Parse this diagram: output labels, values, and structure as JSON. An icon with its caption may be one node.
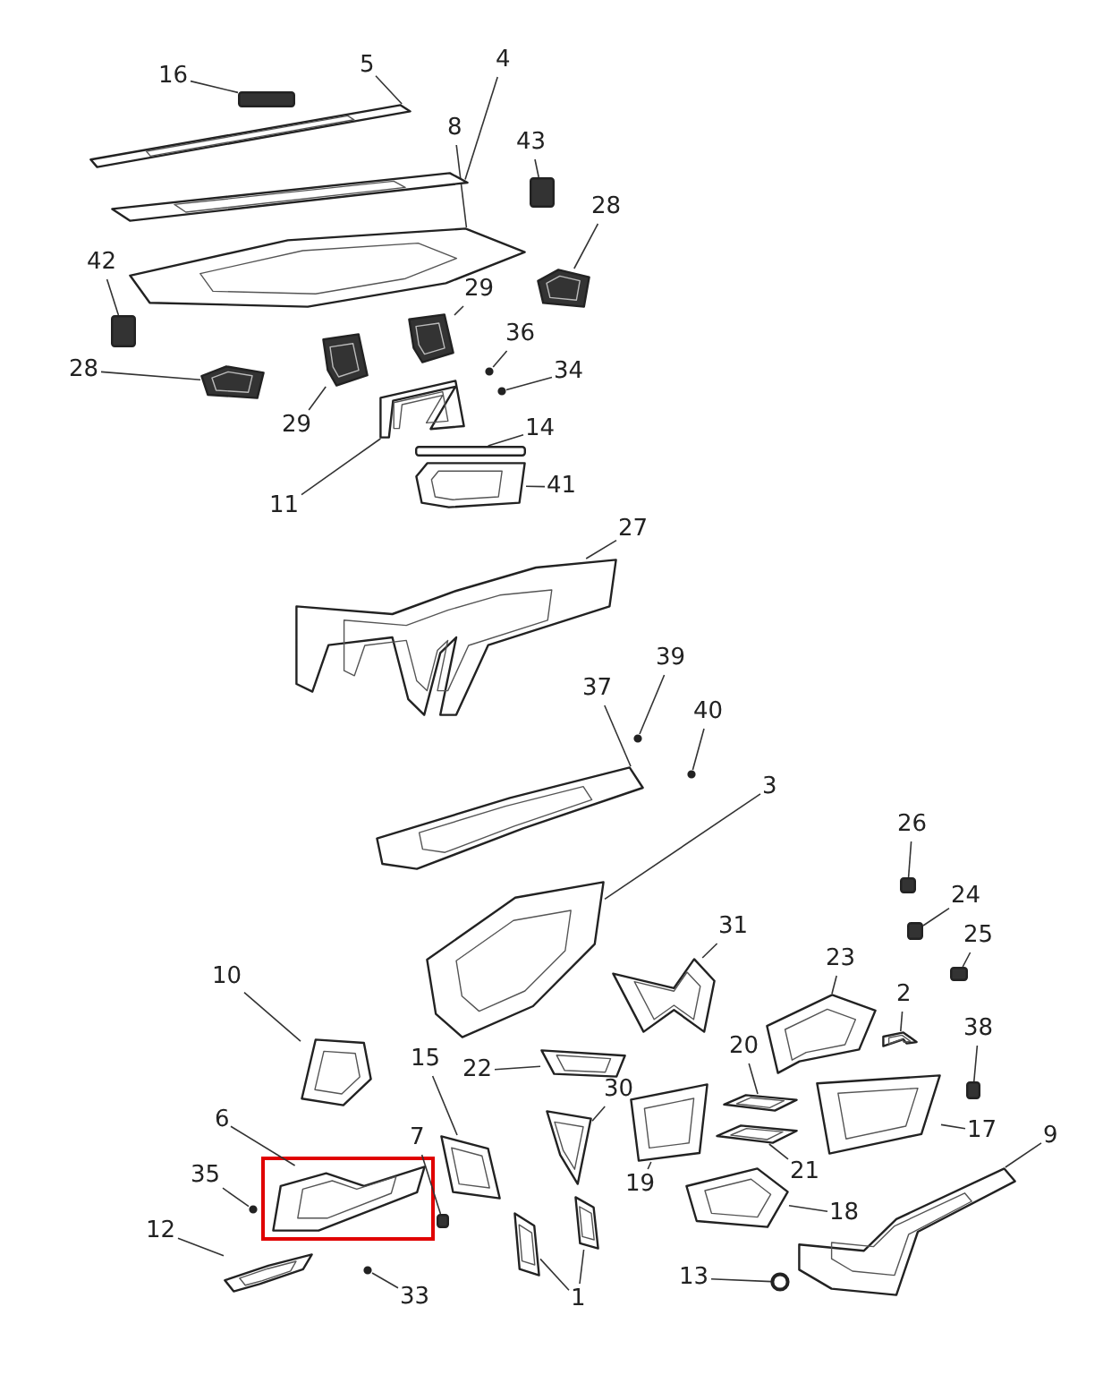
{
  "diagram": {
    "nodes": [
      {
        "text": [
          "16"
        ]
      },
      {
        "text": [],
        "shape": "box"
      },
      {
        "text": [
          "5"
        ]
      },
      {
        "text": [],
        "shape": "picture"
      },
      {
        "text": [
          "4"
        ]
      },
      {
        "text": [],
        "shape": "picture"
      },
      {
        "text": [
          "8"
        ]
      },
      {
        "text": [],
        "shape": "picture"
      },
      {
        "text": [
          "43"
        ]
      },
      {
        "text": [],
        "shape": "box"
      },
      {
        "text": [
          "28"
        ]
      },
      {
        "text": [],
        "shape": "picture"
      },
      {
        "text": [
          "42"
        ]
      },
      {
        "text": [],
        "shape": "box"
      },
      {
        "text": [
          "28"
        ]
      },
      {
        "text": [],
        "shape": "picture"
      },
      {
        "text": [
          "29"
        ]
      },
      {
        "text": [],
        "shape": "picture"
      },
      {
        "text": [
          "36"
        ]
      },
      {
        "text": [],
        "shape": "circle"
      },
      {
        "text": [
          "34"
        ]
      },
      {
        "text": [],
        "shape": "circle"
      },
      {
        "text": [
          "29"
        ]
      },
      {
        "text": [],
        "shape": "picture"
      },
      {
        "text": [
          "11"
        ]
      },
      {
        "text": [],
        "shape": "picture"
      },
      {
        "text": [
          "14"
        ]
      },
      {
        "text": [],
        "shape": "box"
      },
      {
        "text": [
          "41"
        ]
      },
      {
        "text": [],
        "shape": "picture"
      },
      {
        "text": [
          "27"
        ]
      },
      {
        "text": [],
        "shape": "picture"
      },
      {
        "text": [
          "39"
        ]
      },
      {
        "text": [],
        "shape": "circle"
      },
      {
        "text": [
          "40"
        ]
      },
      {
        "text": [],
        "shape": "circle"
      },
      {
        "text": [
          "37"
        ]
      },
      {
        "text": [],
        "shape": "picture"
      },
      {
        "text": [
          "3"
        ]
      },
      {
        "text": [],
        "shape": "picture"
      },
      {
        "text": [
          "26"
        ]
      },
      {
        "text": [],
        "shape": "box"
      },
      {
        "text": [
          "24"
        ]
      },
      {
        "text": [],
        "shape": "box"
      },
      {
        "text": [
          "25"
        ]
      },
      {
        "text": [],
        "shape": "box"
      },
      {
        "text": [
          "31"
        ]
      },
      {
        "text": [],
        "shape": "picture"
      },
      {
        "text": [
          "23"
        ]
      },
      {
        "text": [],
        "shape": "picture"
      },
      {
        "text": [
          "2"
        ]
      },
      {
        "text": [],
        "shape": "picture"
      },
      {
        "text": [
          "38"
        ]
      },
      {
        "text": [],
        "shape": "box"
      },
      {
        "text": [
          "20"
        ]
      },
      {
        "text": [],
        "shape": "picture"
      },
      {
        "text": [
          "17"
        ]
      },
      {
        "text": [],
        "shape": "picture"
      },
      {
        "text": [
          "9"
        ]
      },
      {
        "text": [],
        "shape": "picture"
      },
      {
        "text": [
          "19"
        ]
      },
      {
        "text": [],
        "shape": "picture"
      },
      {
        "text": [
          "21"
        ]
      },
      {
        "text": [],
        "shape": "picture"
      },
      {
        "text": [
          "18"
        ]
      },
      {
        "text": [],
        "shape": "picture"
      },
      {
        "text": [
          "13"
        ]
      },
      {
        "text": [],
        "shape": "circle"
      },
      {
        "text": [
          "30"
        ]
      },
      {
        "text": [],
        "shape": "picture"
      },
      {
        "text": [
          "22"
        ]
      },
      {
        "text": [],
        "shape": "picture"
      },
      {
        "text": [
          "15"
        ]
      },
      {
        "text": [],
        "shape": "picture"
      },
      {
        "text": [
          "7"
        ]
      },
      {
        "text": [],
        "shape": "box"
      },
      {
        "text": [
          "6"
        ]
      },
      {
        "text": [],
        "shape": "picture"
      },
      {
        "text": [
          "35"
        ]
      },
      {
        "text": [],
        "shape": "circle"
      },
      {
        "text": [
          "12"
        ]
      },
      {
        "text": [],
        "shape": "picture"
      },
      {
        "text": [
          "33"
        ]
      },
      {
        "text": [],
        "shape": "circle"
      },
      {
        "text": [
          "10"
        ]
      },
      {
        "text": [],
        "shape": "picture"
      },
      {
        "text": [
          "1"
        ]
      },
      {
        "text": [],
        "shape": "picture"
      },
      {
        "text": [],
        "shape": "picture"
      }
    ],
    "edges": [
      {
        "from": 0,
        "to": 1,
        "arrow": "none"
      },
      {
        "from": 2,
        "to": 3,
        "arrow": "none"
      },
      {
        "from": 4,
        "to": 5,
        "arrow": "none"
      },
      {
        "from": 6,
        "to": 7,
        "arrow": "none"
      },
      {
        "from": 8,
        "to": 9,
        "arrow": "none"
      },
      {
        "from": 10,
        "to": 11,
        "arrow": "none"
      },
      {
        "from": 12,
        "to": 13,
        "arrow": "none"
      },
      {
        "from": 14,
        "to": 15,
        "arrow": "none"
      },
      {
        "from": 16,
        "to": 17,
        "arrow": "none"
      },
      {
        "from": 18,
        "to": 19,
        "arrow": "none"
      },
      {
        "from": 20,
        "to": 21,
        "arrow": "none"
      },
      {
        "from": 22,
        "to": 23,
        "arrow": "none"
      },
      {
        "from": 24,
        "to": 25,
        "arrow": "none"
      },
      {
        "from": 26,
        "to": 27,
        "arrow": "none"
      },
      {
        "from": 28,
        "to": 29,
        "arrow": "none"
      },
      {
        "from": 30,
        "to": 31,
        "arrow": "none"
      },
      {
        "from": 32,
        "to": 33,
        "arrow": "none"
      },
      {
        "from": 34,
        "to": 35,
        "arrow": "none"
      },
      {
        "from": 36,
        "to": 37,
        "arrow": "none"
      },
      {
        "from": 38,
        "to": 39,
        "arrow": "none"
      },
      {
        "from": 40,
        "to": 41,
        "arrow": "none"
      },
      {
        "from": 42,
        "to": 43,
        "arrow": "none"
      },
      {
        "from": 44,
        "to": 45,
        "arrow": "none"
      },
      {
        "from": 46,
        "to": 47,
        "arrow": "none"
      },
      {
        "from": 48,
        "to": 49,
        "arrow": "none"
      },
      {
        "from": 50,
        "to": 51,
        "arrow": "none"
      },
      {
        "from": 52,
        "to": 53,
        "arrow": "none"
      },
      {
        "from": 54,
        "to": 55,
        "arrow": "none"
      },
      {
        "from": 56,
        "to": 57,
        "arrow": "none"
      },
      {
        "from": 58,
        "to": 59,
        "arrow": "none"
      },
      {
        "from": 60,
        "to": 61,
        "arrow": "none"
      },
      {
        "from": 62,
        "to": 63,
        "arrow": "none"
      },
      {
        "from": 64,
        "to": 65,
        "arrow": "none"
      },
      {
        "from": 66,
        "to": 67,
        "arrow": "none"
      },
      {
        "from": 68,
        "to": 69,
        "arrow": "none"
      },
      {
        "from": 70,
        "to": 71,
        "arrow": "none"
      },
      {
        "from": 72,
        "to": 73,
        "arrow": "none"
      },
      {
        "from": 74,
        "to": 75,
        "arrow": "none"
      },
      {
        "from": 76,
        "to": 77,
        "arrow": "none"
      },
      {
        "from": 78,
        "to": 79,
        "arrow": "none"
      },
      {
        "from": 80,
        "to": 81,
        "arrow": "none"
      },
      {
        "from": 82,
        "to": 83,
        "arrow": "none"
      },
      {
        "from": 84,
        "to": 85,
        "arrow": "none"
      },
      {
        "from": 86,
        "to": 87,
        "arrow": "none"
      },
      {
        "from": 86,
        "to": 88,
        "arrow": "none"
      }
    ]
  }
}
